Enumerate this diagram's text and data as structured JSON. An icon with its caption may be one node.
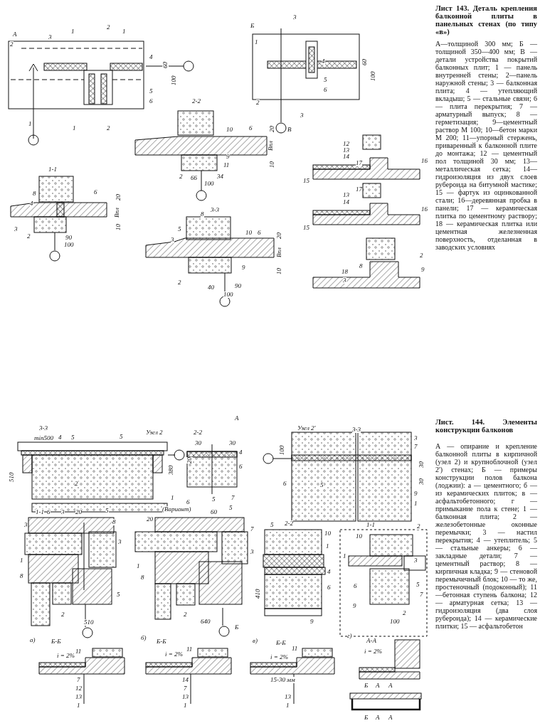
{
  "diagram": {
    "labels": [
      "Лист 143. Деталь крепления балконной плиты в панельных стенах (по типу «в»)",
      "А—толщиной 300 мм; Б — толщиной 350—400 мм; В — детали устройства покрытий балконных плит; 1 — панель внутренней стены; 2—панель наружной стены; 3 — балконная плита; 4 — утепляющий вкладыш; 5 — стальные связи; 6 — плита перекрытия; 7 — арматурный выпуск; 8 — герметизация; 9—цементный раствор М 100; 10—бетон марки М 200; 11—упорный стержень, приваренный к балконной плите до монтажа; 12 — цементный пол толщиной 30 мм; 13—металлическая сетка; 14—гидроизоляция из двух слоев рубероида на битумной мастике; 15 — фартук из оцинкованной стали; 16—деревянная пробка в панели; 17 — керамическая плитка по цементному раствору; 18 — керамическая плитка или цементная железненная поверхность, отделанная в заводских условиях",
      "А",
      "2",
      "3",
      "1",
      "2",
      "1",
      "4",
      "60",
      "100",
      "5",
      "6",
      "1",
      "1",
      "2",
      "Б",
      "1",
      "3",
      "4",
      "60",
      "100",
      "5",
      "6",
      "2",
      "3",
      "2-2",
      "10",
      "6",
      "20",
      "Впл",
      "10",
      "9",
      "11",
      "2",
      "66",
      "34",
      "100",
      "1-1",
      "8",
      "6",
      "4",
      "20",
      "Впл",
      "10",
      "3",
      "2",
      "90",
      "100",
      "3-3",
      "8",
      "5",
      "10",
      "6",
      "3",
      "20",
      "Впл",
      "9",
      "10",
      "2",
      "40",
      "90",
      "100",
      "В",
      "12",
      "13",
      "14",
      "17",
      "16",
      "15",
      "17",
      "13",
      "14",
      "16",
      "15",
      "18",
      "3",
      "8",
      "2",
      "9",
      "Лист. 144. Элементы конструкции балконов",
      "А — опирание и крепление балконной плиты в кирпичной (узел 2) и крупноблочной (узел 2') стенах; Б — примеры конструкции полов балкона (лоджии): а — цементного; б — из керамических плиток; в — асфальтобетонного; г — примыкание пола к стене; 1 — балконная плита; 2 — железобетонные оконные перемычки; 3 — настил перекрытия; 4 — утеплитель; 5 — стальные анкеры; 6 — закладные детали; 7 — цементный раствор; 8 — кирпичная кладка; 9 — стеновой перемычечный блок; 10 — то же, простеночный (подоконный); 11—бетонная ступень балкона; 12 — арматурная сетка; 13 — гидроизоляция (два слоя рубероида); 14 — керамические плитки; 15 — асфальтобетон",
      "3-3",
      "А",
      "Узел 2",
      "2-2",
      "Узел 2'",
      "3-3",
      "min500",
      "4",
      "5",
      "5",
      "510",
      "380",
      "2",
      "1",
      "30",
      "30",
      "20",
      "4",
      "6",
      "5",
      "7",
      "100",
      "3",
      "7",
      "30",
      "30",
      "6",
      "5",
      "9",
      "1",
      "1-1",
      "6",
      "3",
      "20",
      "5",
      "8",
      "3",
      "3",
      "1",
      "8",
      "5",
      "2",
      "510",
      "(Вариант)",
      "6",
      "60",
      "5",
      "20",
      "7",
      "3",
      "1",
      "8",
      "2",
      "640",
      "Б",
      "5",
      "2-2",
      "10",
      "1",
      "4",
      "6",
      "410",
      "9",
      "1-1",
      "2",
      "10",
      "1",
      "3",
      "6",
      "5",
      "7",
      "9",
      "2",
      "100",
      "а)",
      "Б-Б",
      "11",
      "i = 2%",
      "7",
      "12",
      "13",
      "1",
      "б)",
      "Б-Б",
      "11",
      "i = 2%",
      "14",
      "7",
      "13",
      "1",
      "в)",
      "Б-Б",
      "11",
      "i = 2%",
      "15-30 мм",
      "13",
      "1",
      "г)",
      "А-А",
      "i = 2%",
      "Б",
      "А",
      "А",
      "Б",
      "А",
      "А"
    ]
  }
}
